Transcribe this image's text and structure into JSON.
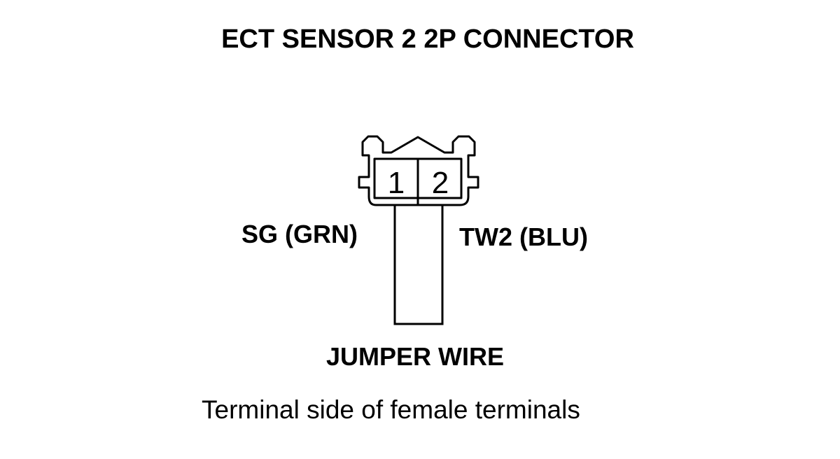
{
  "title": "ECT SENSOR 2 2P CONNECTOR",
  "connector": {
    "pins": [
      "1",
      "2"
    ]
  },
  "labels": {
    "pin1": "SG (GRN)",
    "pin2": "TW2 (BLU)",
    "jumper": "JUMPER WIRE"
  },
  "caption": "Terminal side of female terminals",
  "colors": {
    "line": "#000000",
    "background": "#ffffff"
  }
}
